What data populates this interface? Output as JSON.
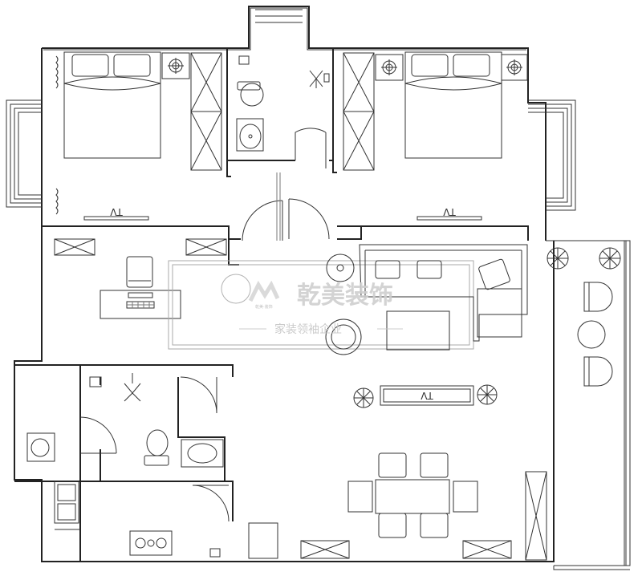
{
  "tv_labels": [
    "TV",
    "TV",
    "TV"
  ],
  "watermark": {
    "brand": "乾美装饰",
    "slogan": "家装领袖企业",
    "logo_subtext": "乾美·装饰"
  }
}
